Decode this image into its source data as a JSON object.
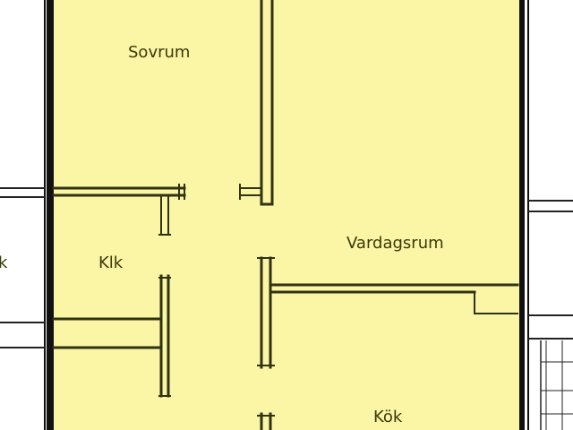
{
  "plan": {
    "colors": {
      "floor": "#fbf5a6",
      "wall": "#2f3313",
      "outer_wall": "#111111",
      "background": "#ffffff"
    },
    "rooms": {
      "sovrum": "Sovrum",
      "klk": "Klk",
      "vardagsrum": "Vardagsrum",
      "kok": "Kök",
      "left_edge_fragment": "k"
    }
  }
}
